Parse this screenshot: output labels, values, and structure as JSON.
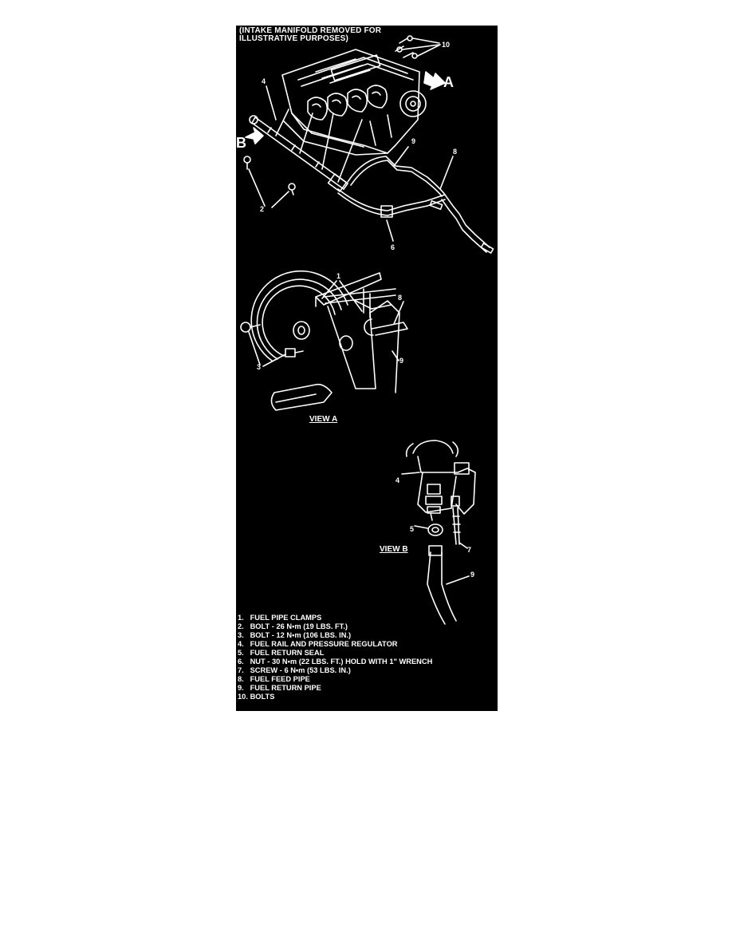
{
  "caption": {
    "line1": "(INTAKE MANIFOLD REMOVED FOR",
    "line2": "ILLUSTRATIVE PURPOSES)"
  },
  "callouts": {
    "c10": "10",
    "cA": "A",
    "c4": "4",
    "cB": "B",
    "c9_top": "9",
    "c8_top": "8",
    "c2": "2",
    "c6": "6",
    "c1": "1",
    "c8_mid": "8",
    "c3": "3",
    "c9_mid": "9",
    "c4_b": "4",
    "c5": "5",
    "c7": "7",
    "c9_b": "9"
  },
  "views": {
    "view_a": "VIEW A",
    "view_b": "VIEW B"
  },
  "legend": [
    {
      "num": "1.",
      "text": "FUEL PIPE CLAMPS"
    },
    {
      "num": "2.",
      "text": "BOLT - 26 N•m (19 LBS. FT.)"
    },
    {
      "num": "3.",
      "text": "BOLT - 12 N•m (106 LBS. IN.)"
    },
    {
      "num": "4.",
      "text": "FUEL RAIL AND PRESSURE REGULATOR"
    },
    {
      "num": "5.",
      "text": "FUEL RETURN SEAL"
    },
    {
      "num": "6.",
      "text": "NUT - 30 N•m (22 LBS. FT.) HOLD WITH 1\" WRENCH"
    },
    {
      "num": "7.",
      "text": "SCREW - 6 N•m (53 LBS. IN.)"
    },
    {
      "num": "8.",
      "text": "FUEL FEED PIPE"
    },
    {
      "num": "9.",
      "text": "FUEL RETURN PIPE"
    },
    {
      "num": "10.",
      "text": "BOLTS"
    }
  ],
  "colors": {
    "panel_background": "#000000",
    "line_art": "#ffffff",
    "page_background": "#ffffff"
  }
}
